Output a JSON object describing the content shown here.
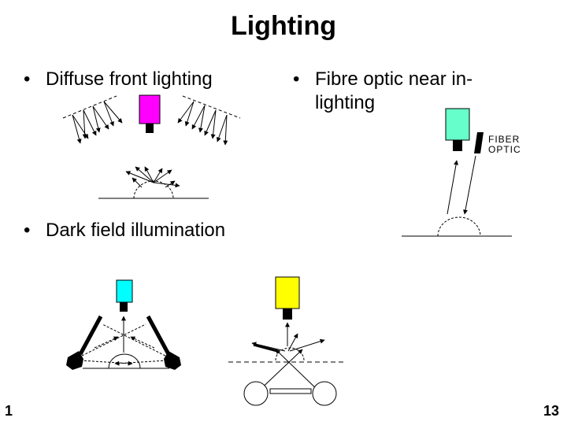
{
  "slide": {
    "title": "Lighting",
    "bullets": {
      "diffuse": "Diffuse front lighting",
      "fibre_line1": "Fibre optic near in-",
      "fibre_line2": "lighting",
      "darkfield": "Dark field illumination"
    },
    "fibre_label_line1": "FIBER",
    "fibre_label_line2": "OPTIC",
    "page_left": "1",
    "page_right": "13"
  },
  "colors": {
    "camera_magenta": "#ff00ff",
    "camera_mint": "#66ffcc",
    "camera_cyan": "#00ffff",
    "camera_yellow": "#ffff00"
  }
}
